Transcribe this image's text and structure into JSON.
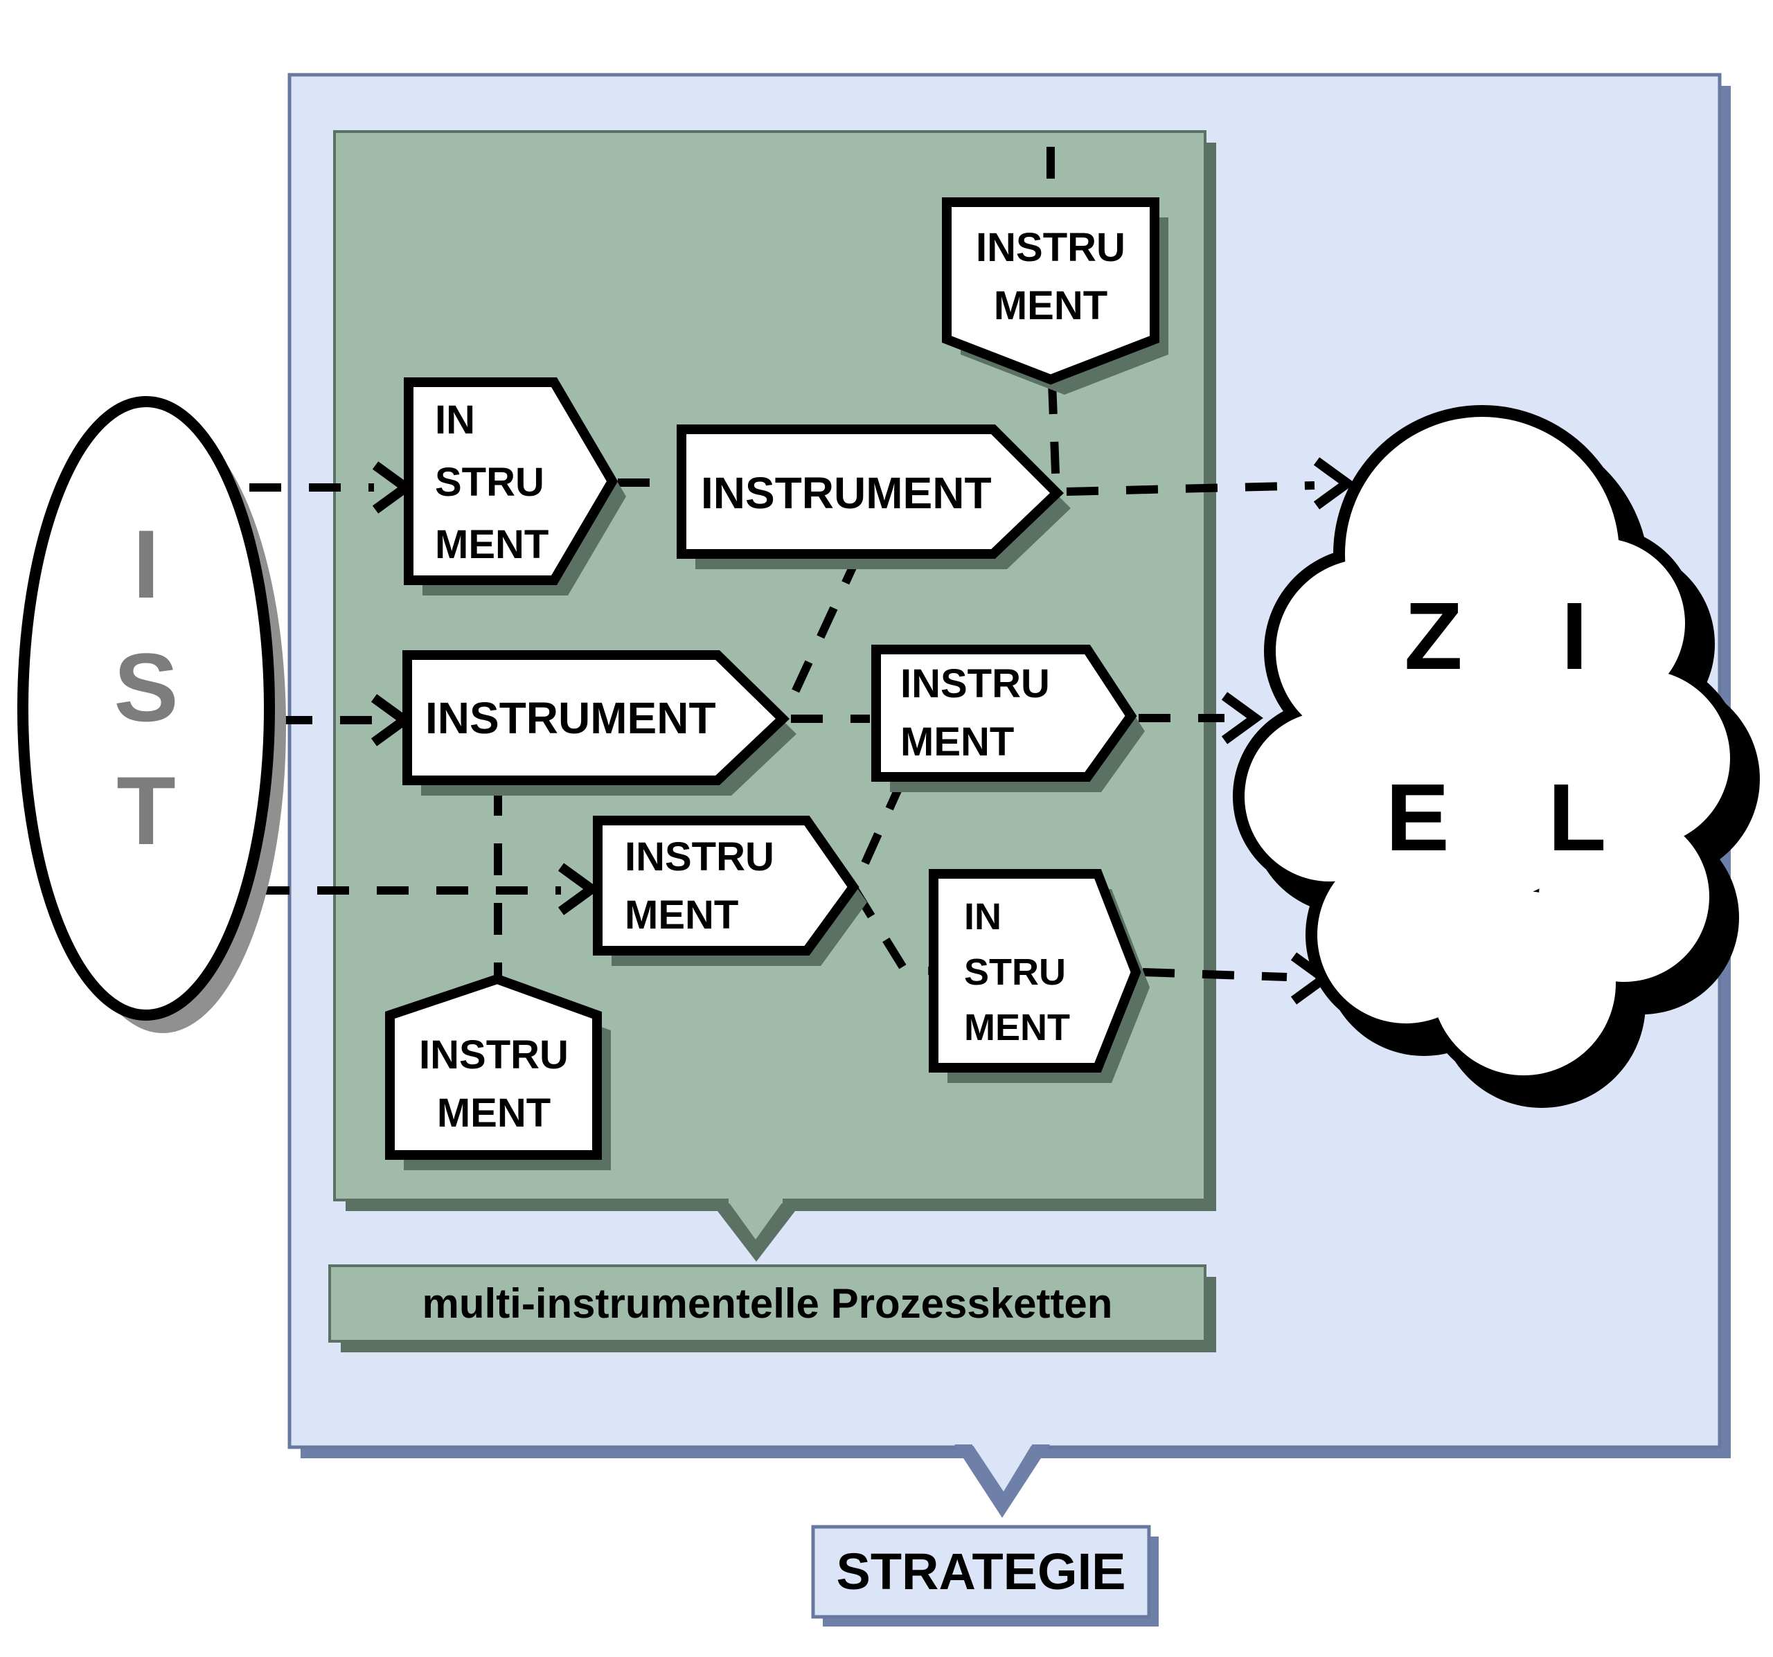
{
  "ist": {
    "letters": [
      "I",
      "S",
      "T"
    ]
  },
  "ziel": {
    "lines": [
      "Z I",
      "E L"
    ]
  },
  "instruments": {
    "top_pentagon": {
      "lines": [
        "INSTRU",
        "MENT"
      ]
    },
    "left_arrow": {
      "lines": [
        "IN",
        "STRU",
        "MENT"
      ]
    },
    "wide_arrow": {
      "lines": [
        "INSTRUMENT"
      ]
    },
    "middle_arrow": {
      "lines": [
        "INSTRUMENT"
      ]
    },
    "right_middle_arrow": {
      "lines": [
        "INSTRU",
        "MENT"
      ]
    },
    "center_bottom_arrow": {
      "lines": [
        "INSTRU",
        "MENT"
      ]
    },
    "bottom_right_arrow": {
      "lines": [
        "IN",
        "STRU",
        "MENT"
      ]
    },
    "bottom_pentagon": {
      "lines": [
        "INSTRU",
        "MENT"
      ]
    }
  },
  "labels": {
    "process_chains": "multi-instrumentelle Prozessketten",
    "strategy": "STRATEGIE"
  },
  "colors": {
    "page_background": "#ffffff",
    "outer_box_fill": "#dce4f8",
    "outer_box_border": "#68799f",
    "outer_box_shadow": "#6e80a7",
    "green_box_fill": "#a1bbaa",
    "green_box_shadow": "#5b7163",
    "shape_fill": "#ffffff",
    "shape_border": "#000000",
    "ist_letters": "#7d7d7d",
    "ist_shadow": "#909090",
    "cloud_shadow": "#000000"
  }
}
